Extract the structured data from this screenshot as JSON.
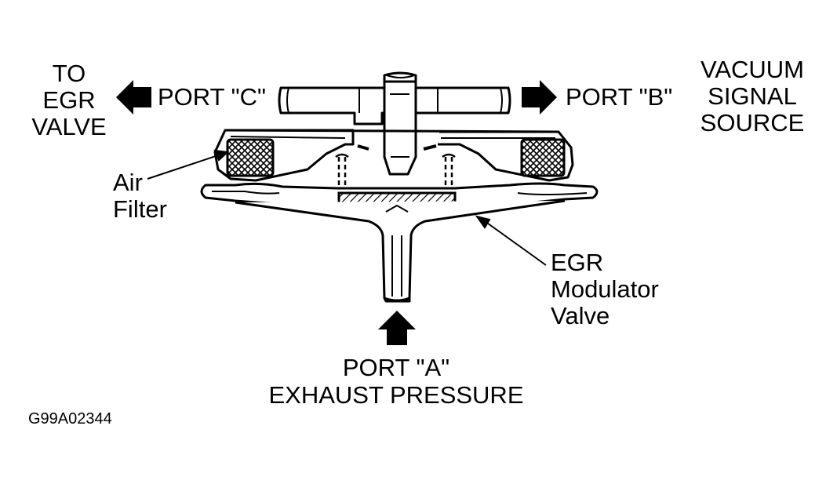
{
  "labels": {
    "to_egr_lines": [
      "TO",
      "EGR",
      "VALVE"
    ],
    "port_c": "PORT \"C\"",
    "port_b": "PORT \"B\"",
    "vacuum_lines": [
      "VACUUM",
      "SIGNAL",
      "SOURCE"
    ],
    "air_filter_lines": [
      "Air",
      "Filter"
    ],
    "modulator_lines": [
      "EGR",
      "Modulator",
      "Valve"
    ],
    "port_a": "PORT \"A\"",
    "exhaust_pressure": "EXHAUST PRESSURE",
    "figure_code": "G99A02344"
  },
  "colors": {
    "ink": "#000000",
    "paper": "#ffffff"
  }
}
